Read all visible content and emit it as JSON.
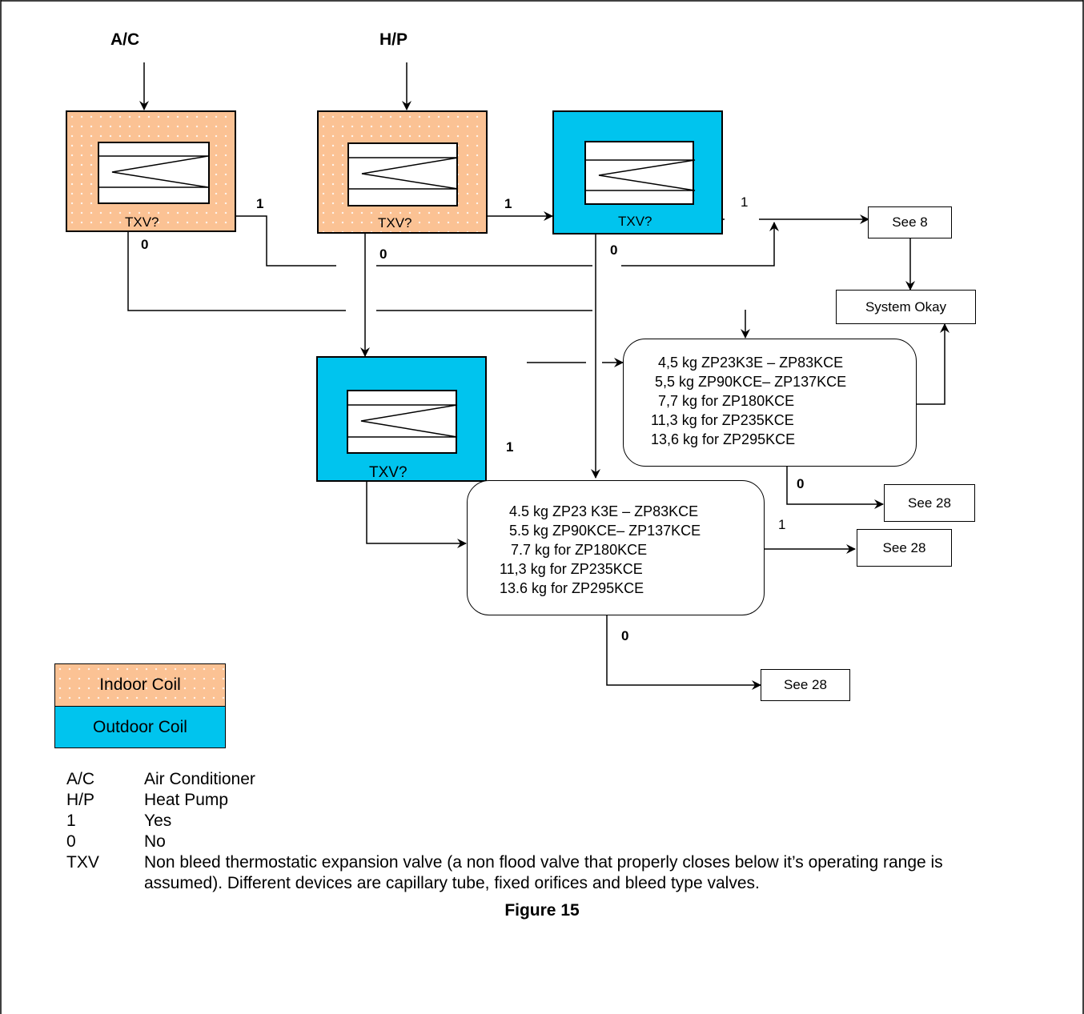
{
  "inputs": {
    "ac": "A/C",
    "hp": "H/P"
  },
  "txv_label": "TXV?",
  "flags": {
    "yes": "1",
    "no": "0"
  },
  "boxes": {
    "see8": "See 8",
    "system_okay": "System Okay",
    "see28_a": "See 28",
    "see28_b": "See 28",
    "see28_c": "See 28"
  },
  "charge_upper": [
    "4,5 kg ZP23K3E – ZP83KCE",
    "5,5 kg ZP90KCE– ZP137KCE",
    "7,7 kg for ZP180KCE",
    "11,3 kg for ZP235KCE",
    "13,6 kg for ZP295KCE"
  ],
  "charge_lower": [
    "4.5 kg ZP23 K3E – ZP83KCE",
    "5.5 kg ZP90KCE– ZP137KCE",
    "7.7 kg for ZP180KCE",
    "11,3 kg for ZP235KCE",
    "13.6 kg for ZP295KCE"
  ],
  "legend": {
    "indoor": "Indoor Coil",
    "outdoor": "Outdoor Coil",
    "indoor_color": "#fbc294",
    "outdoor_color": "#00c4ee"
  },
  "abbreviations": [
    {
      "key": "A/C",
      "value": "Air Conditioner"
    },
    {
      "key": "H/P",
      "value": "Heat Pump"
    },
    {
      "key": "1",
      "value": "Yes"
    },
    {
      "key": "0",
      "value": "No"
    },
    {
      "key": "TXV",
      "value": "Non bleed thermostatic expansion valve (a non flood valve that properly closes below it’s operating range is assumed).  Different devices are capillary tube, fixed orifices and bleed type valves."
    }
  ],
  "figure_title": "Figure 15"
}
